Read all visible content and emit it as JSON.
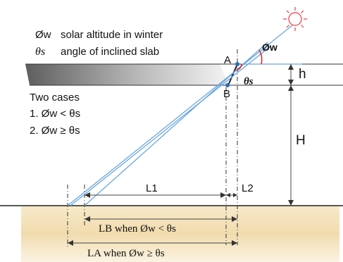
{
  "legend": {
    "line1_symbol": "Øw",
    "line1_text": "solar altitude in winter",
    "line2_symbol": "θs",
    "line2_text": "angle of inclined slab"
  },
  "cases": {
    "title": "Two cases",
    "case1": "1.  Øw  <  θs",
    "case2": "2.  Øw  ≥  θs"
  },
  "points": {
    "a": "A",
    "b": "B"
  },
  "angles": {
    "phi_w": "Øw",
    "theta_s": "θs"
  },
  "dimensions": {
    "h": "h",
    "H": "H",
    "L1": "L1",
    "L2": "L2",
    "LB": "LB when  Øw  <  θs",
    "LA": "LA  when Øw ≥ θs"
  },
  "colors": {
    "ray": "#6aa6dd",
    "sun": "#ee3b3b",
    "angle_arc": "#e02020",
    "slab_dark": "#666666",
    "ground": "#f3e1b8"
  },
  "icons": {
    "sun": "sun-icon"
  }
}
